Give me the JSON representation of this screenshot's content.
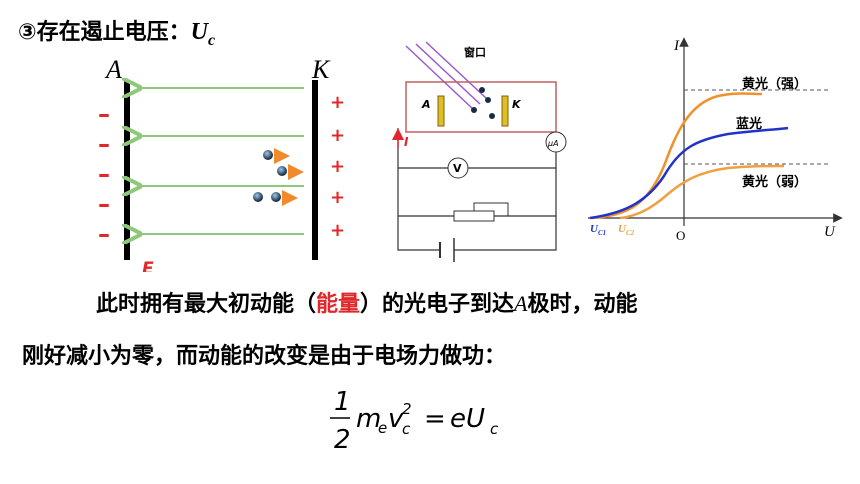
{
  "title": {
    "prefix": "③存在遏止电压：",
    "symbol": "U",
    "subscript": "c"
  },
  "plates": {
    "left_label": "A",
    "right_label": "K",
    "field_label": "E",
    "minus_sign": "–",
    "plus_sign": "+"
  },
  "circuit": {
    "window_label": "窗口",
    "plate_a": "A",
    "plate_k": "K",
    "current_label": "I",
    "voltmeter": "V",
    "ammeter": "μA"
  },
  "graph": {
    "y_axis": "I",
    "x_axis": "U",
    "origin": "O",
    "uc1_label": "U",
    "uc1_sub": "C1",
    "uc2_label": "U",
    "uc2_sub": "C2",
    "curves": [
      {
        "label": "黄光（强）",
        "color": "#f0922a"
      },
      {
        "label": "蓝光",
        "color": "#2233c8"
      },
      {
        "label": "黄光（弱）",
        "color": "#f0a040"
      }
    ]
  },
  "paragraph": {
    "line1_a": "此时拥有最大初动能（",
    "line1_highlight": "能量",
    "line1_b": "）的光电子到达",
    "line1_var": "A",
    "line1_c": "极时，动能",
    "line2": "刚好减小为零，而动能的改变是由于电场力做功："
  },
  "equation": {
    "numerator": "1",
    "denominator": "2",
    "lhs": "m",
    "lhs_sub": "e",
    "v": "v",
    "v_sub": "c",
    "v_sup": "2",
    "equals": "=",
    "rhs": "eU",
    "rhs_sub": "c"
  }
}
